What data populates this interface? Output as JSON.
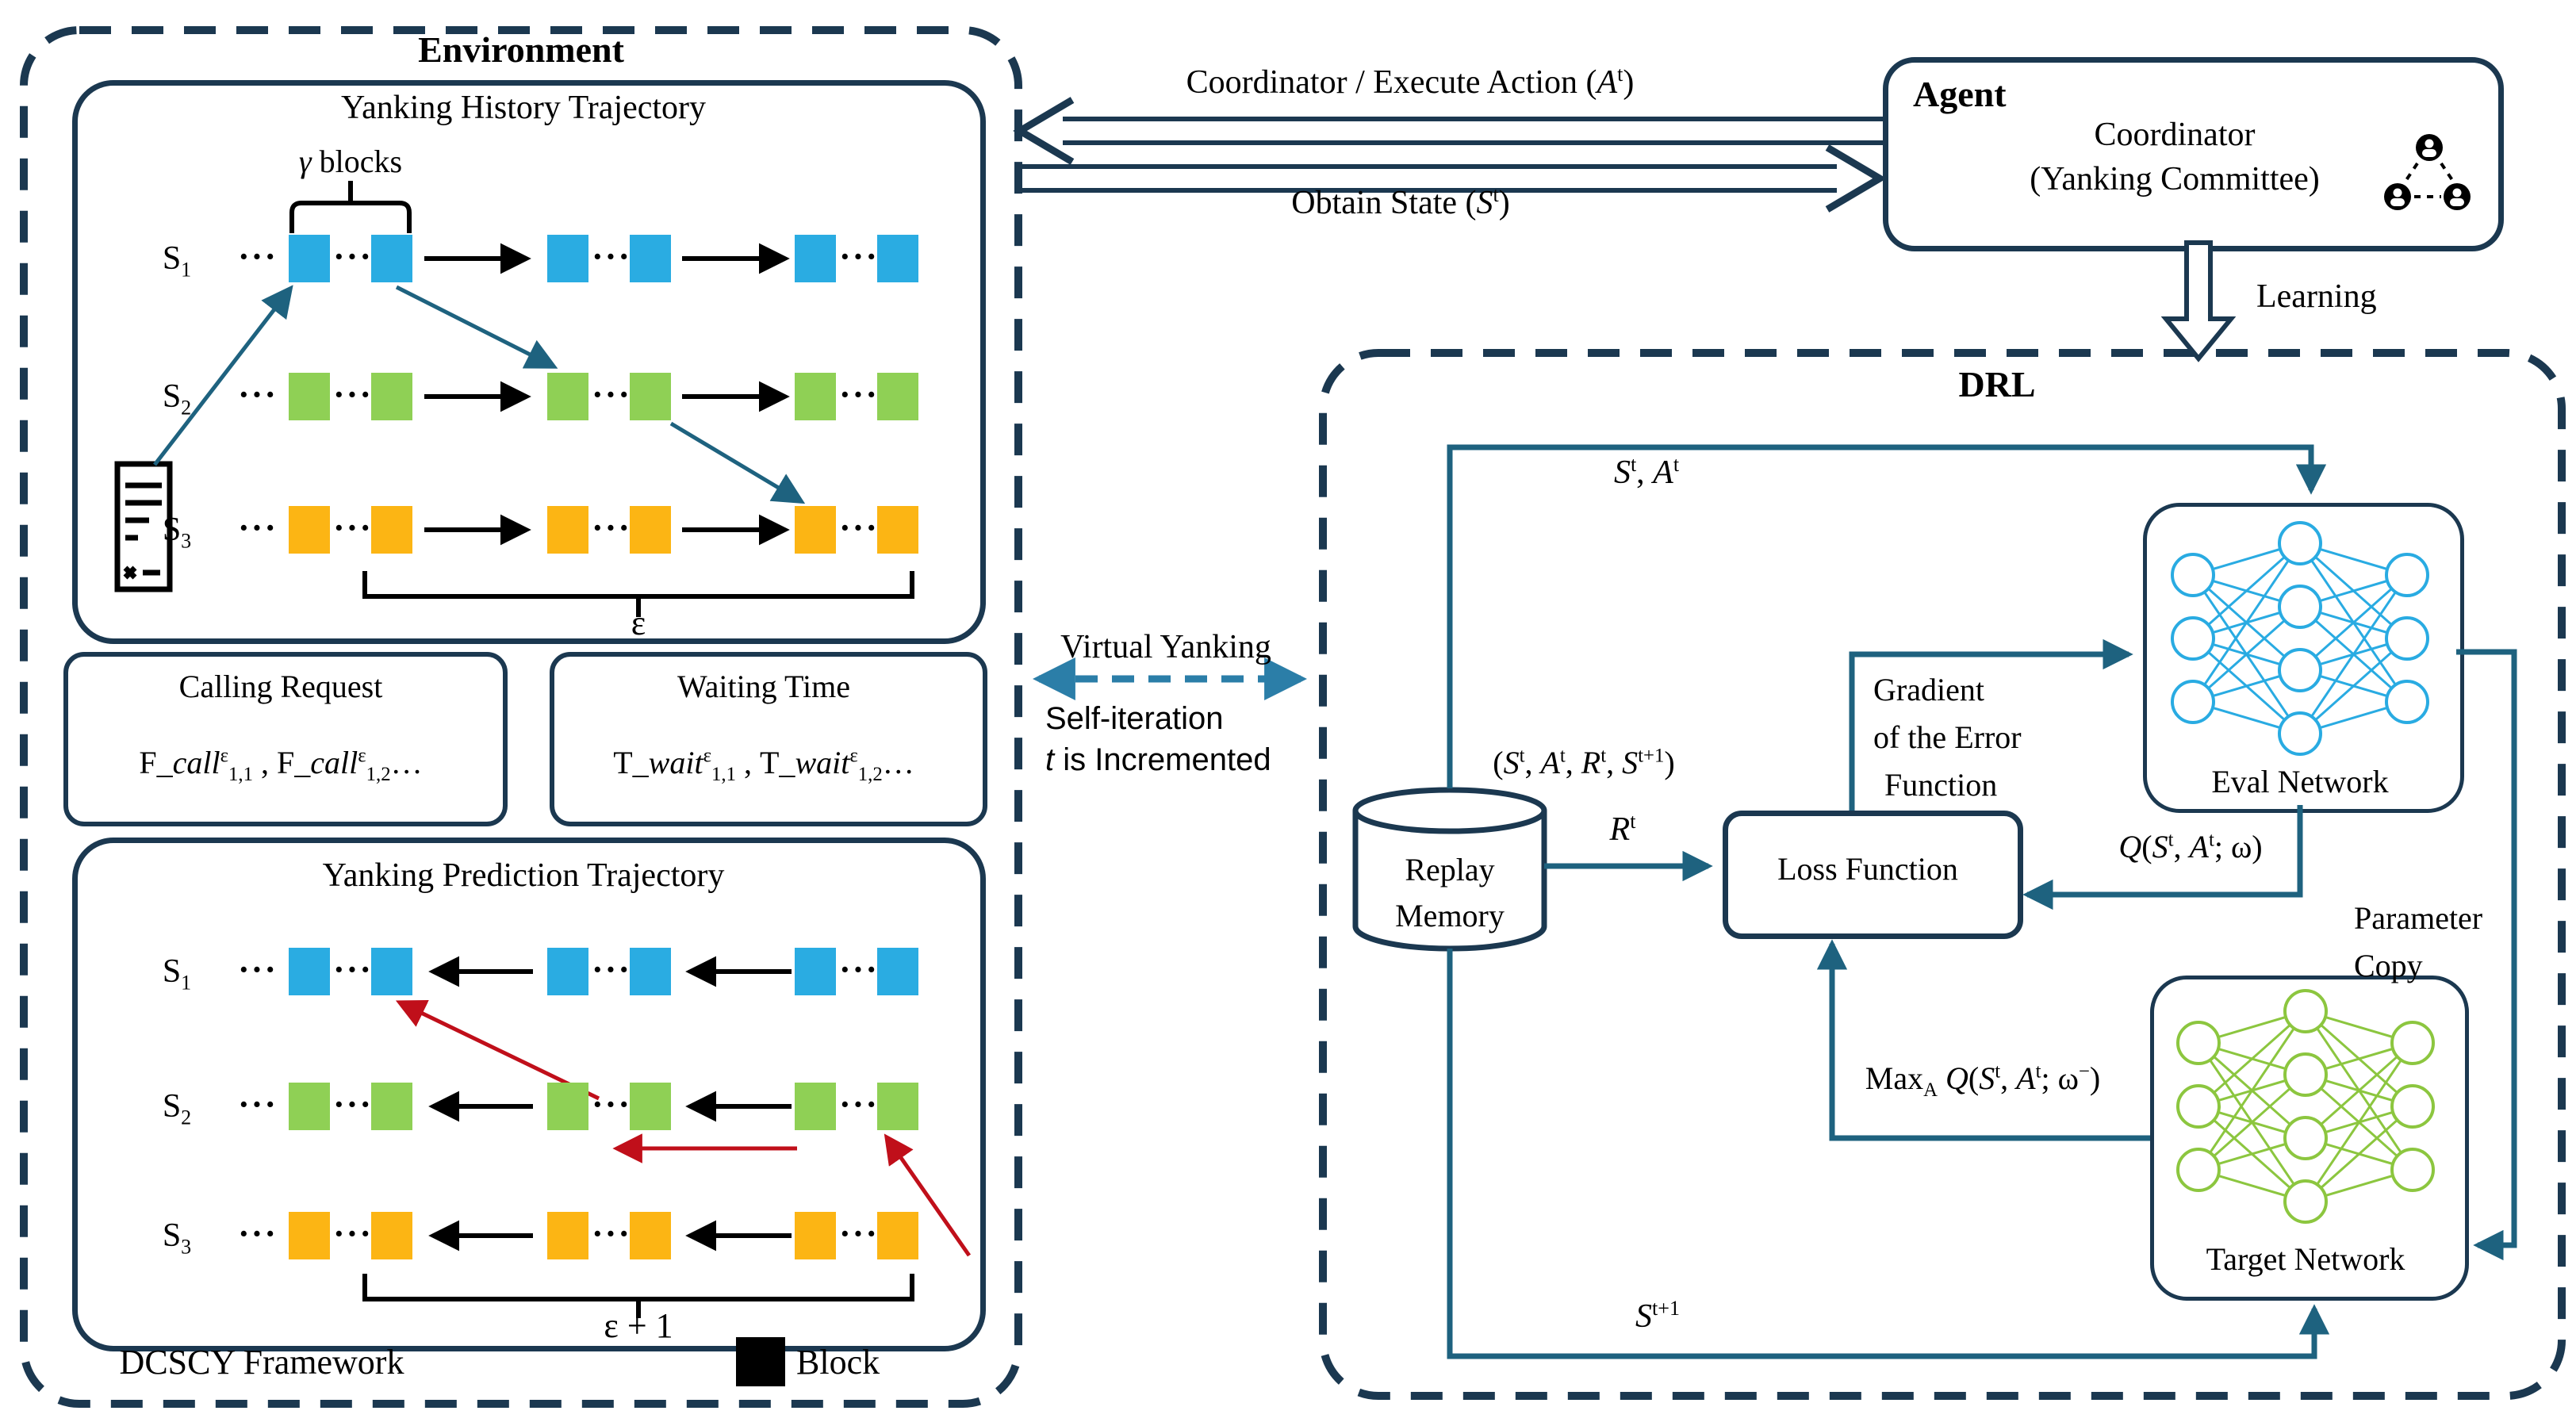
{
  "colors": {
    "outline_navy": "#1b3850",
    "connector_teal": "#1e627f",
    "block_blue": "#2aace2",
    "block_green": "#8fd055",
    "block_orange": "#fcb514",
    "arrow_red": "#c00f1a",
    "dashed_arrow_blue": "#2b7ea8",
    "eval_net_blue": "#29abe2",
    "target_net_green": "#8cc63f"
  },
  "environment": {
    "title": "Environment",
    "ellipsis": "···",
    "history": {
      "title": "Yanking History Trajectory",
      "gamma_label": "*γ* blocks",
      "epsilon_label": "ε",
      "rows": [
        {
          "label": "S_{1}",
          "color": "blue"
        },
        {
          "label": "S_{2}",
          "color": "green"
        },
        {
          "label": "S_{3}",
          "color": "orange"
        }
      ]
    },
    "calling_request": {
      "title": "Calling Request",
      "formula": "F_*call*^{ε}_{1,1} , F_*call*^{ε}_{1,2}…"
    },
    "waiting_time": {
      "title": "Waiting Time",
      "formula": "T_*wait*^{ε}_{1,1} , T_*wait*^{ε}_{1,2}…"
    },
    "prediction": {
      "title": "Yanking Prediction Trajectory",
      "epsilon_label": "ε + 1",
      "rows": [
        {
          "label": "S_{1}",
          "color": "blue"
        },
        {
          "label": "S_{2}",
          "color": "green"
        },
        {
          "label": "S_{3}",
          "color": "orange"
        }
      ]
    },
    "framework_label": "DCSCY Framework",
    "block_legend_label": "Block"
  },
  "agent": {
    "title": "Agent",
    "line1": "Coordinator",
    "line2": "(Yanking Committee)"
  },
  "connections": {
    "execute_action": "Coordinator / Execute Action (*A*^{t})",
    "obtain_state": "Obtain State (*S*^{t})",
    "learning": "Learning",
    "virtual_yanking": "Virtual Yanking",
    "self_iteration_line1": "Self-iteration",
    "self_iteration_line2": "*t* is Incremented"
  },
  "drl": {
    "title": "DRL",
    "st_at": "*S*^{t}, *A*^{t}",
    "transition_tuple": "(*S*^{t}, *A*^{t}, *R*^{t}, *S*^{t+1})",
    "reward": "*R*^{t}",
    "replay_line1": "Replay",
    "replay_line2": "Memory",
    "loss_label": "Loss Function",
    "gradient_line1": "Gradient",
    "gradient_line2": "of the Error",
    "gradient_line3": "Function",
    "q_eval": "*Q*(*S*^{t}, *A*^{t}; ω)",
    "eval_label": "Eval Network",
    "param_line1": "Parameter",
    "param_line2": "Copy",
    "max_q": "Max_{A} *Q*(*S*^{t}, *A*^{t}; ω^{−})",
    "target_label": "Target Network",
    "next_state": "*S*^{t+1}"
  }
}
